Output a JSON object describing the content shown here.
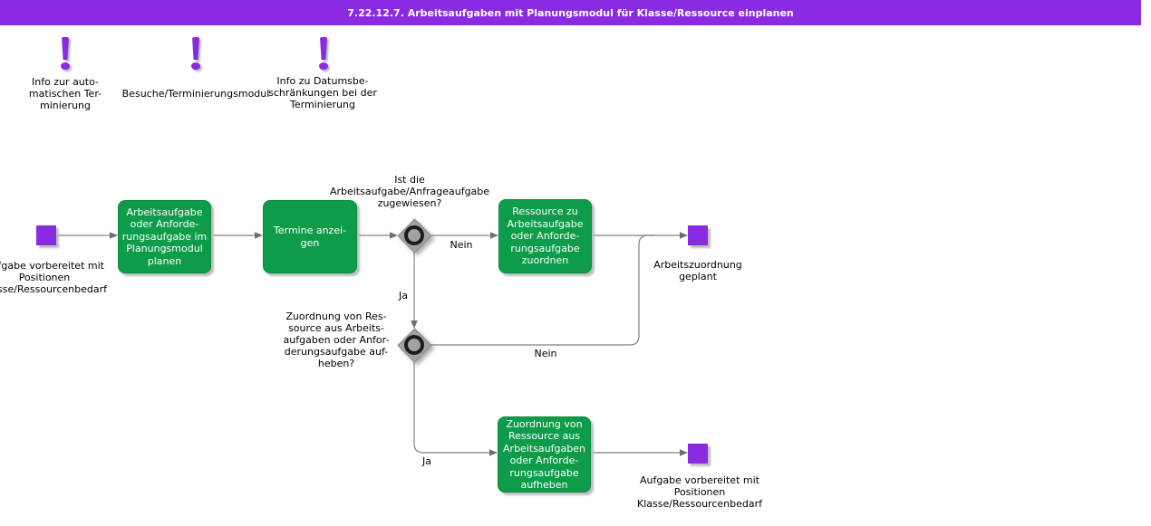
{
  "title": "7.22.12.7. Arbeitsaufgaben mit Planungsmodul für Klasse/Ressource einplanen",
  "colors": {
    "accent_purple": "#8A2BE2",
    "task_green": "#0E9C4A",
    "connector_gray": "#818181"
  },
  "notes": [
    {
      "icon": "exclamation-icon",
      "label": "Info zur auto-\nmatischen Ter-\nminierung"
    },
    {
      "icon": "exclamation-icon",
      "label": "Besuche/Terminierungsmodul"
    },
    {
      "icon": "exclamation-icon",
      "label": "Info zu Datumsbe-\nschränkungen bei der\nTerminierung"
    }
  ],
  "flow": {
    "start": {
      "label": "Aufgabe vorbereitet mit\nPositionen\nKlasse/Ressourcenbedarf"
    },
    "task_plan": {
      "label": "Arbeitsaufgabe\noder Anforde-\nrungsaufgabe im\nPlanungsmodul\nplanen"
    },
    "task_show": {
      "label": "Termine anzei-\ngen"
    },
    "decision_assigned": {
      "question": "Ist die\nArbeitsaufgabe/Anfrageaufgabe\nzugewiesen?",
      "yes": "Ja",
      "no": "Nein"
    },
    "task_assign": {
      "label": "Ressource zu\nArbeitsaufgabe\noder Anforde-\nrungsaufgabe\nzuordnen"
    },
    "end_planned": {
      "label": "Arbeitszuordnung\ngeplant"
    },
    "decision_unassign": {
      "question": "Zuordnung von Res-\nsource aus Arbeits-\naufgaben oder Anfor-\nderungsaufgabe auf-\nheben?",
      "yes": "Ja",
      "no": "Nein"
    },
    "task_unassign": {
      "label": "Zuordnung von\nRessource aus\nArbeitsaufgaben\noder Anforde-\nrungsaufgabe\naufheben"
    },
    "end_prepared": {
      "label": "Aufgabe vorbereitet mit\nPositionen\nKlasse/Ressourcenbedarf"
    }
  }
}
